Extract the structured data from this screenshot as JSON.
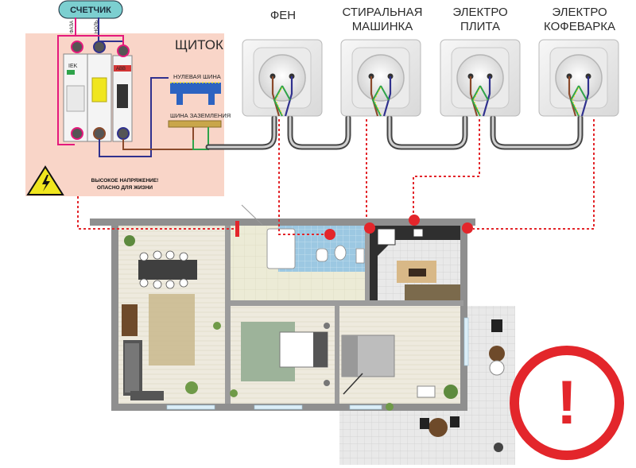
{
  "meter": {
    "label": "СЧЕТЧИК"
  },
  "wires": {
    "phase": "ФАЗА",
    "neutral": "НОЛЬ"
  },
  "panel": {
    "title": "ЩИТОК",
    "neutral_bus": "НУЛЕВАЯ ШИНА",
    "ground_bus": "ШИНА ЗАЗЕМЛЕНИЯ",
    "warning_line1": "ВЫСОКОЕ НАПРЯЖЕНИЕ!",
    "warning_line2": "ОПАСНО ДЛЯ ЖИЗНИ",
    "breaker_brand": "IEK",
    "rcd_brand": "ABB"
  },
  "appliances": [
    {
      "line1": "ФЕН",
      "line2": ""
    },
    {
      "line1": "СТИРАЛЬНАЯ",
      "line2": "МАШИНКА"
    },
    {
      "line1": "ЭЛЕКТРО",
      "line2": "ПЛИТА"
    },
    {
      "line1": "ЭЛЕКТРО",
      "line2": "КОФЕВАРКА"
    }
  ],
  "prohibition_sign": {
    "symbol": "!",
    "color": "#e3262b"
  },
  "colors": {
    "panel_bg": "#f9d5c8",
    "meter_bg": "#7ccfd0",
    "wire_phase": "#e4197c",
    "wire_neutral": "#30318e",
    "wire_ground": "#f0e61e",
    "wire_brown": "#8b4a2b",
    "cable": "#444444",
    "marker_red": "#e3262b",
    "bus_blue": "#2c63c1"
  }
}
